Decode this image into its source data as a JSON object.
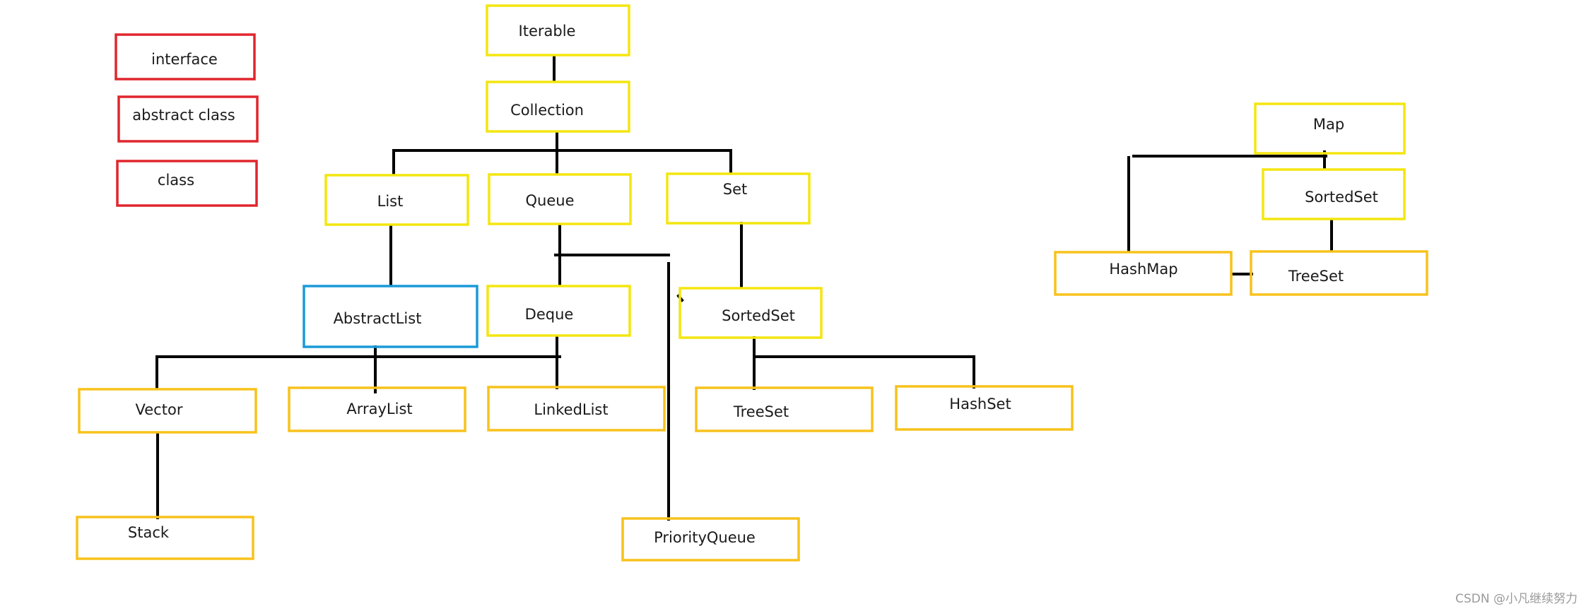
{
  "colors": {
    "interface": "#e0262d",
    "abstract": "#1b9ad8",
    "yellow": "#f4e60f",
    "gold": "#f7c21c",
    "line": "#000000"
  },
  "legend": {
    "interface": "interface",
    "abstract_class": "abstract class",
    "class": "class"
  },
  "nodes": {
    "iterable": "Iterable",
    "collection": "Collection",
    "list": "List",
    "queue": "Queue",
    "set": "Set",
    "abstract_list": "AbstractList",
    "deque": "Deque",
    "sorted_set": "SortedSet",
    "vector": "Vector",
    "array_list": "ArrayList",
    "linked_list": "LinkedList",
    "tree_set": "TreeSet",
    "hash_set": "HashSet",
    "stack": "Stack",
    "priority_queue": "PriorityQueue",
    "map": "Map",
    "map_sorted_set": "SortedSet",
    "hash_map": "HashMap",
    "map_tree_set": "TreeSet"
  },
  "watermark": "CSDN @小凡继续努力"
}
